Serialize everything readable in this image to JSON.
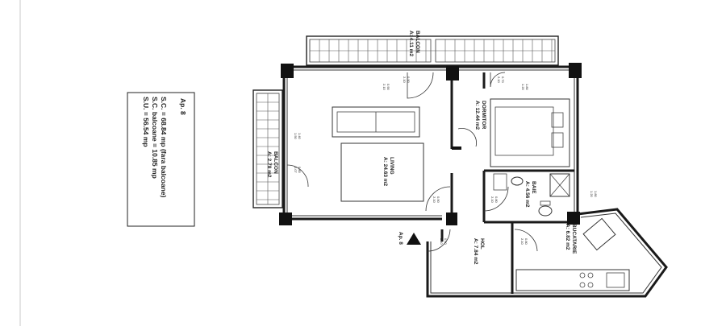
{
  "info_box": {
    "title": "Ap. 8",
    "line1": "S.C. = 68.84 mp (fara balcoane)",
    "line2": "S.C. balcoane = 10.85 mp",
    "line3": "S.U. = 56.54 mp"
  },
  "marker": {
    "label": "Ap. 8"
  },
  "rooms": {
    "balcon_top": {
      "name": "BALCON",
      "area": "A: 4.11 m2"
    },
    "balcon_left": {
      "name": "BALCON",
      "area": "A: 2.78 m2"
    },
    "living": {
      "name": "LIVING",
      "area": "A: 24.63 m2"
    },
    "dormitor": {
      "name": "DORMITOR",
      "area": "A: 12.44 m2"
    },
    "baie": {
      "name": "BAIE",
      "area": "A: 4.56 m2"
    },
    "hol": {
      "name": "HOL",
      "area": "A: 7.84 m2"
    },
    "bucatarie": {
      "name": "BUCATARIE",
      "area": "A: 6.82 m2"
    }
  },
  "dimensions": {
    "d1": "0.90",
    "d1b": "2.10",
    "d2": "1.80",
    "d2b": "1.20",
    "d3": "1.40",
    "d3b": "1.50",
    "d4": "0.80",
    "d4b": "2.07",
    "d5": "0.90",
    "d5b": "2.10",
    "d6": "0.80",
    "d6b": "2.10",
    "d7": "0.90",
    "d7b": "2.10",
    "d8": "0.80",
    "d8b": "2.10",
    "d9": "1.80",
    "d9b": "1.20",
    "d10": "0.90",
    "d10b": "2.10",
    "d11": "0.70",
    "d11b": "2.10"
  },
  "colors": {
    "wall": "#1a1a1a",
    "line": "#333333",
    "background": "#ffffff"
  }
}
